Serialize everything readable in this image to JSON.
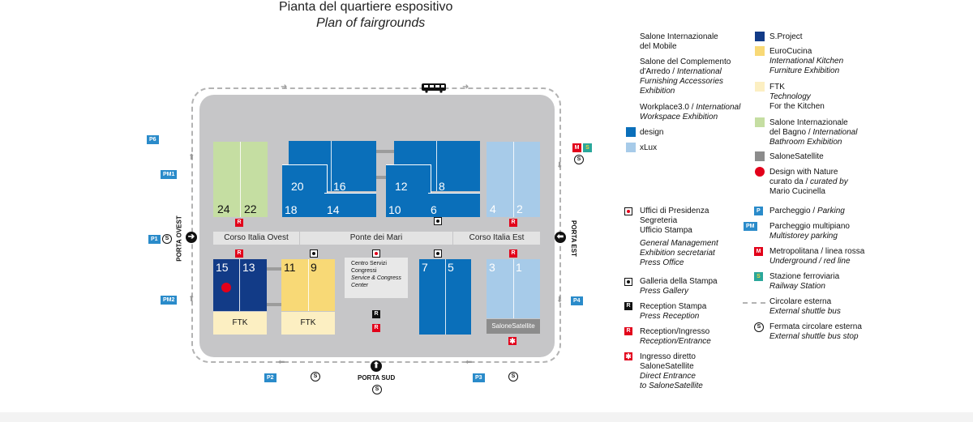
{
  "title": {
    "it": "Pianta del quartiere espositivo",
    "en": "Plan of fairgrounds"
  },
  "colors": {
    "design": "#0a6fba",
    "xlux": "#a7cbe9",
    "sproject": "#123b87",
    "eurocucina": "#f8d976",
    "ftk": "#fcefc2",
    "bagno": "#c5dea2",
    "satellite": "#8c8c8c",
    "nature": "#e2001a",
    "ground": "#c6c6c8"
  },
  "halls": {
    "h24": "24",
    "h22": "22",
    "h20": "20",
    "h16": "16",
    "h18": "18",
    "h14": "14",
    "h12": "12",
    "h8": "8",
    "h10": "10",
    "h6": "6",
    "h4": "4",
    "h2": "2",
    "h15": "15",
    "h13": "13",
    "h11": "11",
    "h9": "9",
    "h7": "7",
    "h5": "5",
    "h3": "3",
    "h1": "1",
    "ftk_left": "FTK",
    "ftk_right": "FTK",
    "satellite": "SaloneSatellite"
  },
  "streets": {
    "west": "Corso Italia Ovest",
    "middle": "Ponte dei Mari",
    "east": "Corso Italia Est"
  },
  "centro": {
    "line1": "Centro Servizi",
    "line2": "Congressi",
    "line3": "Service & Congress",
    "line4": "Center"
  },
  "gates": {
    "west": "PORTA OVEST",
    "east": "PORTA EST",
    "south": "PORTA SUD"
  },
  "parking": {
    "p6": "P6",
    "pm1": "PM1",
    "p1": "P1",
    "pm2": "PM2",
    "p2": "P2",
    "p3": "P3",
    "p4": "P4"
  },
  "symbols": {
    "r": "R",
    "s": "S",
    "m": "M",
    "p": "P",
    "pm": "PM",
    "star": "✱"
  },
  "legend_top": {
    "salone_1": "Salone Internazionale",
    "salone_2": "del Mobile",
    "complemento_1": "Salone del Complemento",
    "complemento_2a": "d'Arredo  / ",
    "complemento_2b": "International",
    "complemento_3": "Furnishing Accessories",
    "complemento_4": "Exhibition",
    "workplace_1a": "Workplace3.0 / ",
    "workplace_1b": "International",
    "workplace_2": "Workspace Exhibition",
    "design": "design",
    "xlux": "xLux"
  },
  "legend_right": {
    "sproject": "S.Project",
    "eurocucina": "EuroCucina",
    "eurocucina_en_1": "International Kitchen",
    "eurocucina_en_2": "Furniture Exhibition",
    "ftk": "FTK",
    "ftk_en_1": "Technology",
    "ftk_en_2": "For the Kitchen",
    "bagno_1": "Salone Internazionale",
    "bagno_2a": "del Bagno  / ",
    "bagno_2b": "International",
    "bagno_3": "Bathroom Exhibition",
    "satellite": "SaloneSatellite",
    "nature_1": "Design with Nature",
    "nature_2a": "curato da / ",
    "nature_2b": "curated by",
    "nature_3": "Mario Cucinella"
  },
  "legend_services": {
    "uffici_1": "Uffici di Presidenza",
    "uffici_2": "Segreteria",
    "uffici_3": "Ufficio Stampa",
    "uffici_en_1": "General Management",
    "uffici_en_2": "Exhibition secretariat",
    "uffici_en_3": "Press Office",
    "galleria_1": "Galleria della Stampa",
    "galleria_2": "Press Gallery",
    "reception_1": "Reception Stampa",
    "reception_2": "Press Reception",
    "ingresso_1": "Reception/Ingresso",
    "ingresso_2": "Reception/Entrance",
    "diretto_1": "Ingresso diretto",
    "diretto_2": "SaloneSatellite",
    "diretto_3": "Direct Entrance",
    "diretto_4": "to SaloneSatellite"
  },
  "legend_transport": {
    "parcheggio_1": "Parcheggio / ",
    "parcheggio_2": "Parking",
    "multipiano_1": "Parcheggio multipiano",
    "multipiano_2": "Multistorey parking",
    "metro_1": "Metropolitana / linea rossa",
    "metro_2": "Underground / red line",
    "stazione_1": "Stazione ferroviaria",
    "stazione_2": "Railway Station",
    "circolare_1": "Circolare esterna",
    "circolare_2": "External shuttle bus",
    "fermata_1": "Fermata circolare esterna",
    "fermata_2": "External shuttle bus stop"
  }
}
